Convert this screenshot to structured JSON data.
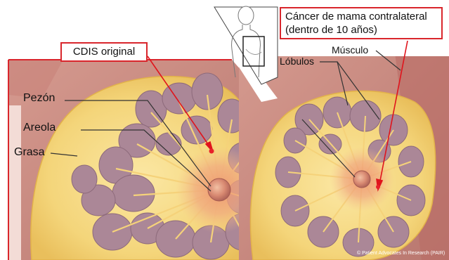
{
  "callouts": {
    "original": "CDIS original",
    "contralateral_line1": "Cáncer de mama contralateral",
    "contralateral_line2": "(dentro de 10 años)"
  },
  "labels": {
    "nipple": "Pezón",
    "areola": "Areola",
    "fat": "Grasa",
    "muscle": "Músculo",
    "lobules": "Lóbulos"
  },
  "copyright": "© Patient Advocates In Research (PAIR)",
  "colors": {
    "callout_border": "#d9262c",
    "pointer": "#e0141c",
    "tumor": "#e8202a",
    "fat": "#f5d77c",
    "lobule": "#ab8797",
    "muscle": "#c98a82",
    "areola": "#eda27a"
  }
}
